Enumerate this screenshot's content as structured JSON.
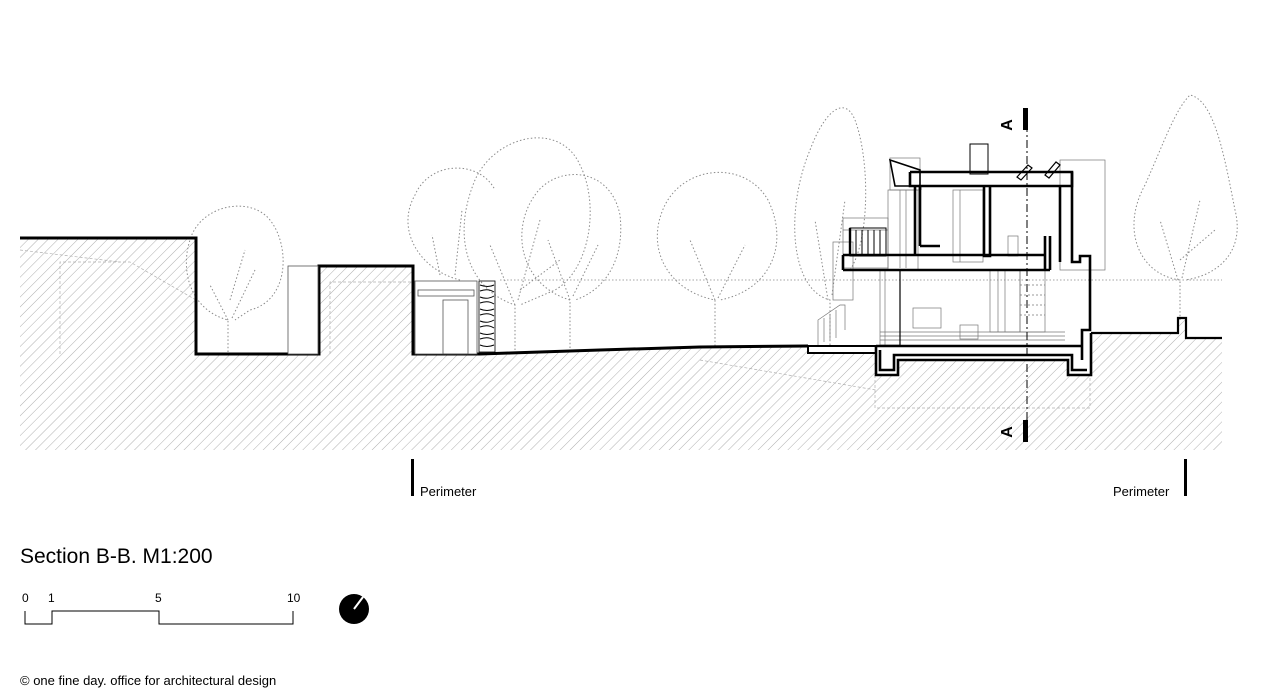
{
  "title": "Section B-B. M1:200",
  "perimeter_left": "Perimeter",
  "perimeter_right": "Perimeter",
  "section_marker": "A",
  "scale_bar": {
    "labels": [
      "0",
      "1",
      "5",
      "10"
    ]
  },
  "credit": "© one fine day. office for architectural design",
  "colors": {
    "line": "#000000",
    "hatch": "#9a9a9a",
    "tree": "#8a8a8a",
    "thin": "#888888"
  },
  "icons": [
    "north-arrow-icon"
  ]
}
